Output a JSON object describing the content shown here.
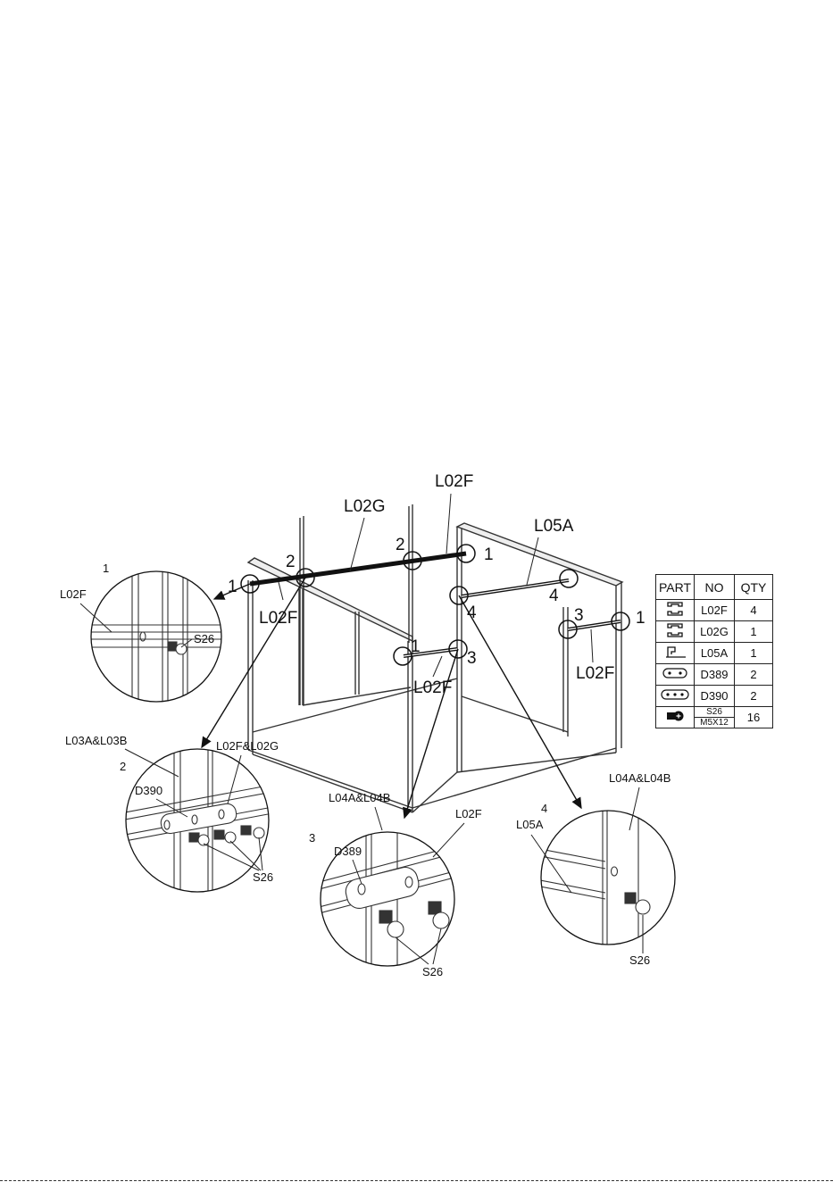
{
  "main_view": {
    "top_labels": [
      "L02G",
      "L02F",
      "L05A"
    ],
    "member_labels": [
      "L02F",
      "L02F",
      "L02F"
    ],
    "step_markers": [
      "1",
      "2",
      "2",
      "1",
      "4",
      "4",
      "3",
      "1",
      "1",
      "3"
    ]
  },
  "details": [
    {
      "step": "1",
      "labels": [
        "L02F",
        "S26"
      ]
    },
    {
      "step": "2",
      "labels": [
        "L03A&L03B",
        "L02F&L02G",
        "D390",
        "S26"
      ]
    },
    {
      "step": "3",
      "labels": [
        "L04A&L04B",
        "L02F",
        "D389",
        "S26"
      ]
    },
    {
      "step": "4",
      "labels": [
        "L04A&L04B",
        "L05A",
        "S26"
      ]
    }
  ],
  "parts_table": {
    "headers": [
      "PART",
      "NO",
      "QTY"
    ],
    "rows": [
      {
        "icon": "channel-profile-icon",
        "no": "L02F",
        "qty": "4"
      },
      {
        "icon": "channel-profile-icon",
        "no": "L02G",
        "qty": "1"
      },
      {
        "icon": "angle-profile-icon",
        "no": "L05A",
        "qty": "1"
      },
      {
        "icon": "two-hole-plate-icon",
        "no": "D389",
        "qty": "2"
      },
      {
        "icon": "three-hole-plate-icon",
        "no": "D390",
        "qty": "2"
      },
      {
        "icon": "screw-icon",
        "no": "S26",
        "no_sub": "M5X12",
        "qty": "16"
      }
    ]
  }
}
